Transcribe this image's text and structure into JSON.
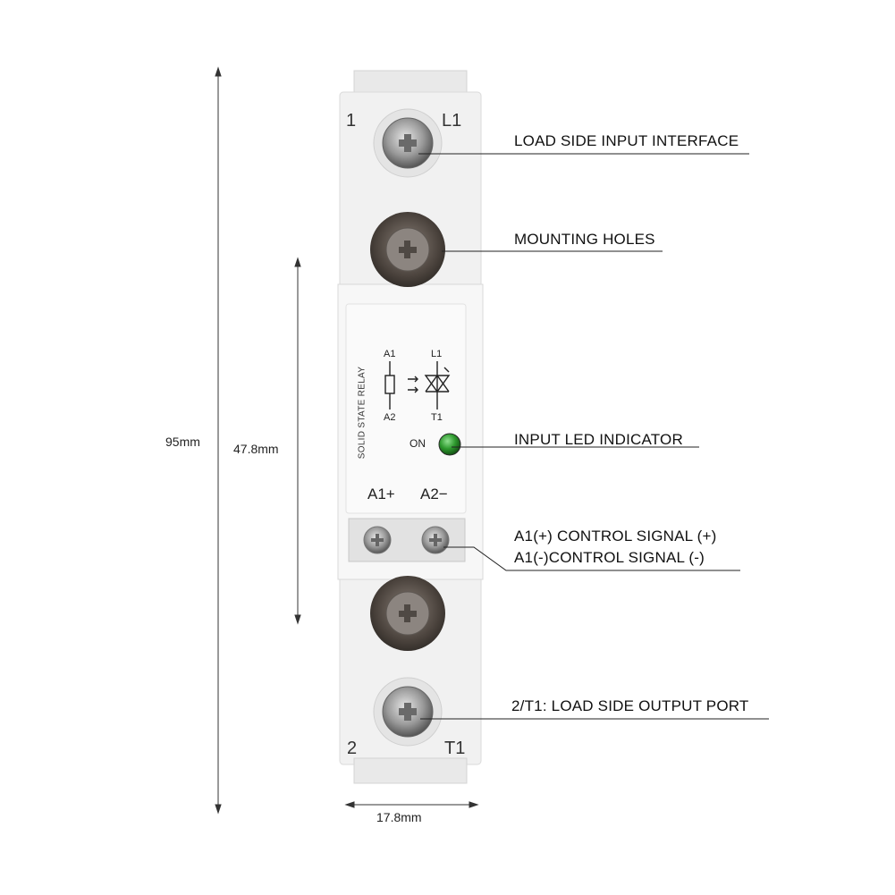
{
  "dimensions": {
    "height_total": "95mm",
    "height_mid": "47.8mm",
    "width": "17.8mm"
  },
  "device": {
    "top_left_number": "1",
    "top_right_label": "L1",
    "bottom_left_number": "2",
    "bottom_right_label": "T1",
    "vertical_text": "SOLID STATE RELAY",
    "schematic": {
      "left_top": "A1",
      "left_bottom": "A2",
      "right_top": "L1",
      "right_bottom": "T1"
    },
    "led_label": "ON",
    "led_color": "#2e9a2e",
    "control_left": "A1+",
    "control_right": "A2−",
    "body_color": "#f0f0f0"
  },
  "callouts": {
    "load_input": "LOAD SIDE INPUT INTERFACE",
    "mounting": "MOUNTING HOLES",
    "led": "INPUT LED INDICATOR",
    "control_1": "A1(+) CONTROL SIGNAL (+)",
    "control_2": "A1(-)CONTROL SIGNAL (-)",
    "output": "2/T1: LOAD SIDE OUTPUT PORT"
  }
}
